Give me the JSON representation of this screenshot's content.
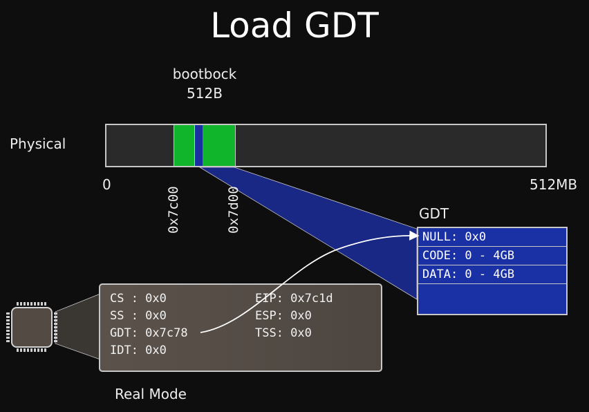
{
  "title": "Load GDT",
  "bootblock": {
    "line1": "bootbock",
    "line2": "512B"
  },
  "memory": {
    "label": "Physical",
    "start": "0",
    "end": "512MB",
    "marker_a": "0x7c00",
    "marker_b": "0x7d00"
  },
  "gdt": {
    "label": "GDT",
    "entries": [
      "NULL: 0x0",
      "CODE: 0 - 4GB",
      "DATA: 0 - 4GB",
      ""
    ]
  },
  "cpu": {
    "mode": "Real Mode",
    "registers": {
      "cs": "CS : 0x0",
      "ss": "SS : 0x0",
      "gdt": "GDT: 0x7c78",
      "idt": "IDT: 0x0",
      "eip": "EIP: 0x7c1d",
      "esp": "ESP: 0x0",
      "tss": "TSS: 0x0"
    }
  },
  "colors": {
    "background": "#0e0e0e",
    "code_green": "#11b52c",
    "gdt_blue": "#1a31a6",
    "cpu_brown": "#564e47",
    "outline": "#c8c8c8"
  }
}
